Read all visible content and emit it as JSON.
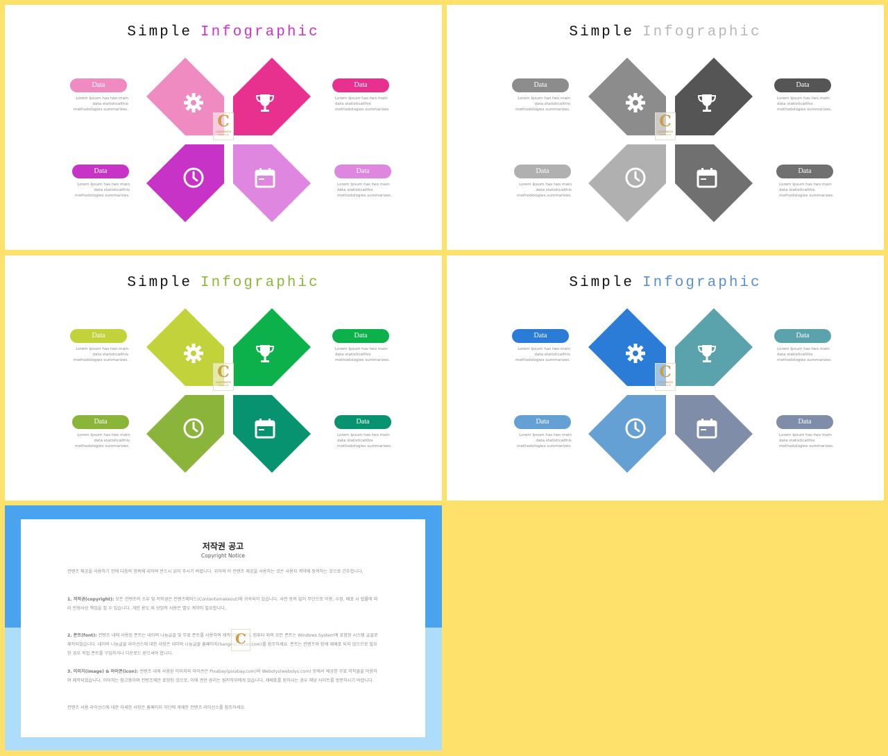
{
  "slides": [
    {
      "title_word1": "Simple",
      "title_word2": "Infographic",
      "accent": "#cc33cc",
      "tile_colors": [
        "#f08bc2",
        "#e8318f",
        "#c733c6",
        "#de86e0"
      ],
      "pill_colors": [
        "#f08bc2",
        "#e8318f",
        "#c733c6",
        "#de86e0"
      ],
      "watermark_visible": true
    },
    {
      "title_word1": "Simple",
      "title_word2": "Infographic",
      "accent": "#b8b8b8",
      "tile_colors": [
        "#8c8c8c",
        "#555555",
        "#b0b0b0",
        "#707070"
      ],
      "pill_colors": [
        "#8c8c8c",
        "#555555",
        "#b0b0b0",
        "#707070"
      ],
      "watermark_visible": true
    },
    {
      "title_word1": "Simple",
      "title_word2": "Infographic",
      "accent": "#8bb83a",
      "tile_colors": [
        "#c2d23a",
        "#0db14b",
        "#8bb53a",
        "#079370"
      ],
      "pill_colors": [
        "#c2d23a",
        "#0db14b",
        "#8bb53a",
        "#079370"
      ],
      "watermark_visible": true
    },
    {
      "title_word1": "Simple",
      "title_word2": "Infographic",
      "accent": "#5b8ed0",
      "tile_colors": [
        "#2b7cd6",
        "#5aa2ac",
        "#64a0d4",
        "#7f8da9"
      ],
      "pill_colors": [
        "#2b7cd6",
        "#5aa2ac",
        "#64a0d4",
        "#7f8da9"
      ],
      "watermark_visible": true
    }
  ],
  "labels": {
    "pill": "Data",
    "desc_line1": "Lorem  Ipsum has two main",
    "desc_line2": "data statisticalthis",
    "desc_line3": "methodologies summarizes."
  },
  "icons": [
    "gear-icon",
    "trophy-icon",
    "clock-icon",
    "calendar-icon"
  ],
  "watermark": {
    "letter": "C",
    "line1": "CONTENTS",
    "line2": "MADE FOR"
  },
  "copyright": {
    "title": "저작권 공고",
    "subtitle": "Copyright Notice",
    "intro": "컨텐츠 제공을 사용하기 전에 다음의 항목에 대하여 반드시 읽어 주시기 바랍니다. 위하여 이 컨텐츠 제공을 사용하는 것은 사용자 계약에 동의하는 것으로 간주합니다.",
    "p1_head": "1. 저작권(copyright):",
    "p1_body": " 모든 컨텐츠의 소유 및 저작권은 컨텐츠메이드(Contentsmakeout)에 귀속되어 있습니다. 사전 동의 없이 무단으로 이용, 수정, 배포 시 법률에 따라 민형사상 책임을 질 수 있습니다. 개인 용도 외 상업적 사용은 별도 계약이 필요합니다.",
    "p2_head": "2. 폰트(font):",
    "p2_body": " 컨텐츠 내에 사용된 폰트는 네이버 나눔글꼴 및 무료 폰트를 사용하여 제작되었습니다. 컴퓨터 외의 모든 폰트는 Windows System에 포함된 시스템 글꼴로 제작되었습니다. 네이버 나눔글꼴 라이선스에 대한 사항은 네이버 나눔글꼴 홈페이지(hangeul.naver.com)를 참조하세요. 폰트는 컨텐츠와 함께 재배포 되지 않으므로 필요한 경우 직접 폰트를 구입하거나 다운로드 받으셔야 합니다.",
    "p3_head": "3. 이미지(image) & 아이콘(icon):",
    "p3_body": " 컨텐츠 내에 사용된 이미지와 아이콘은 Pixabay(pixabay.com)와 Webolys(webolys.com) 등에서 제공한 무료 저작물을 이용하여 제작되었습니다. 이미지는 참고용이며 컨텐츠에만 포함된 것으로, 이에 관한 권리는 원저작자에게 있습니다. 재배포를 원하시는 경우 해당 사이트를 방문하시기 바랍니다.",
    "outro": "컨텐츠 사용 라이선스에 대한 자세한 사항은 홈페이지 하단에 게재한 컨텐츠 라이선스를 참조하세요."
  }
}
